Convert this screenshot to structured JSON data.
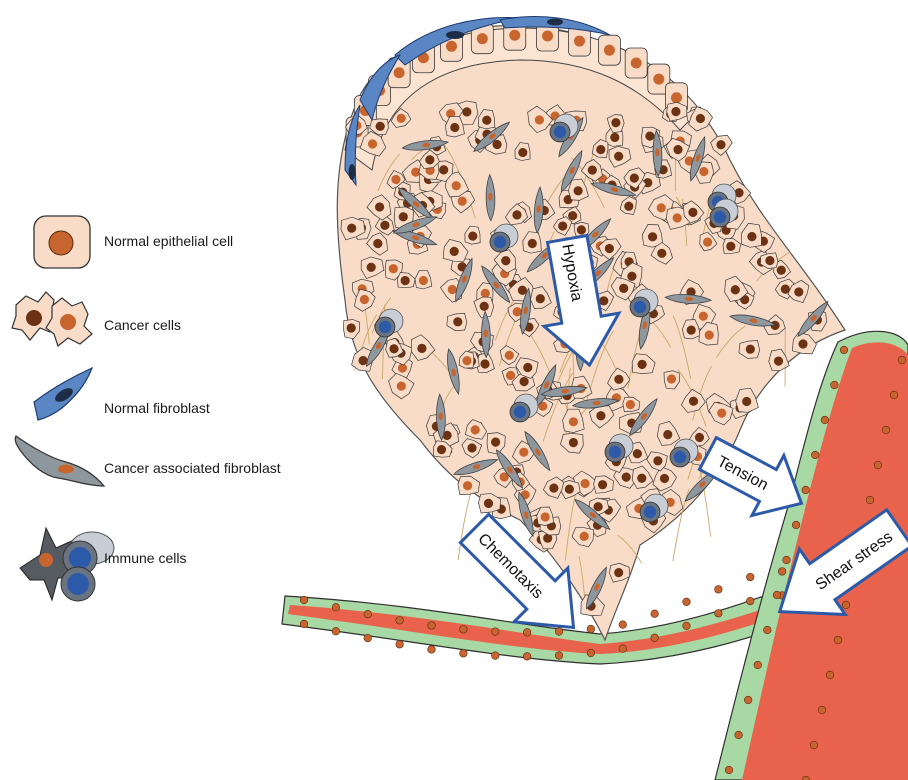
{
  "legend": {
    "items": [
      {
        "key": "normal_epithelial",
        "label": "Normal epithelial cell"
      },
      {
        "key": "cancer_cells",
        "label": "Cancer cells"
      },
      {
        "key": "normal_fibroblast",
        "label": "Normal fibroblast"
      },
      {
        "key": "caf",
        "label": "Cancer associated  fibroblast"
      },
      {
        "key": "immune",
        "label": "Immune cells"
      }
    ]
  },
  "forces": {
    "hypoxia": "Hypoxia",
    "tension": "Tension",
    "chemotaxis": "Chemotaxis",
    "shear_stress": "Shear stress"
  },
  "colors": {
    "epithelial_fill": "#f8dcc8",
    "cell_outline": "#3a3a3a",
    "nucleus_orange": "#c8652e",
    "nucleus_brown": "#6b3214",
    "fibroblast_blue": "#5b86c4",
    "caf_gray": "#8e979e",
    "immune_dark": "#555b61",
    "immune_blue": "#2d5aa8",
    "vessel_red": "#e8624c",
    "vessel_wall": "#a8d8a4",
    "ecm_fiber": "#c9a866",
    "arrow_outline": "#2d5aa8"
  }
}
